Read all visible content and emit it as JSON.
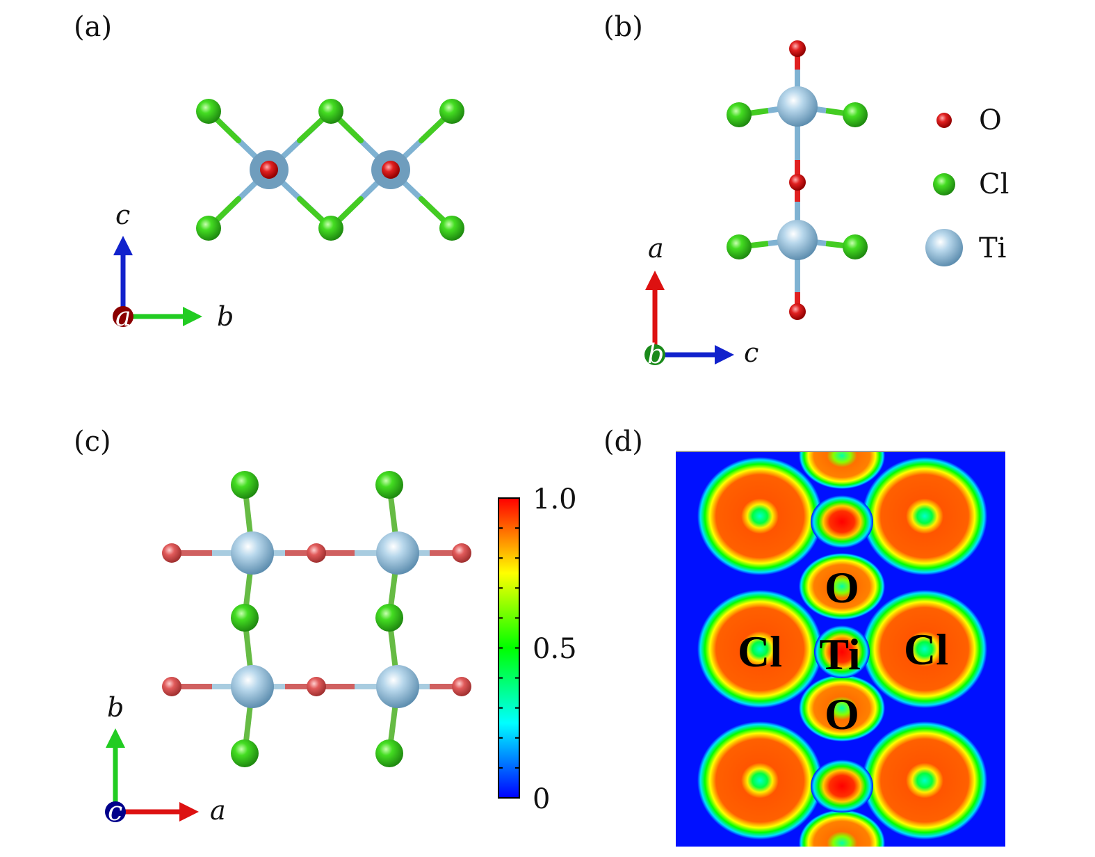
{
  "panels": {
    "a": "(a)",
    "b": "(b)",
    "c": "(c)",
    "d": "(d)"
  },
  "axes": {
    "a": {
      "up": "c",
      "right": "b",
      "origin": "a"
    },
    "b": {
      "up": "a",
      "right": "c",
      "origin": "b"
    },
    "c": {
      "up": "b",
      "right": "a",
      "origin": "c"
    }
  },
  "legend": [
    {
      "label": "O",
      "color": "#e02020"
    },
    {
      "label": "Cl",
      "color": "#33cc22"
    },
    {
      "label": "Ti",
      "color": "#8ab8d8"
    }
  ],
  "colorbar": {
    "ticks": [
      "1.0",
      "0.5",
      "0"
    ],
    "min": 0,
    "max": 1.0
  },
  "elf_labels": {
    "o_top": "O",
    "cl_left": "Cl",
    "ti": "Ti",
    "cl_right": "Cl",
    "o_bottom": "O"
  }
}
